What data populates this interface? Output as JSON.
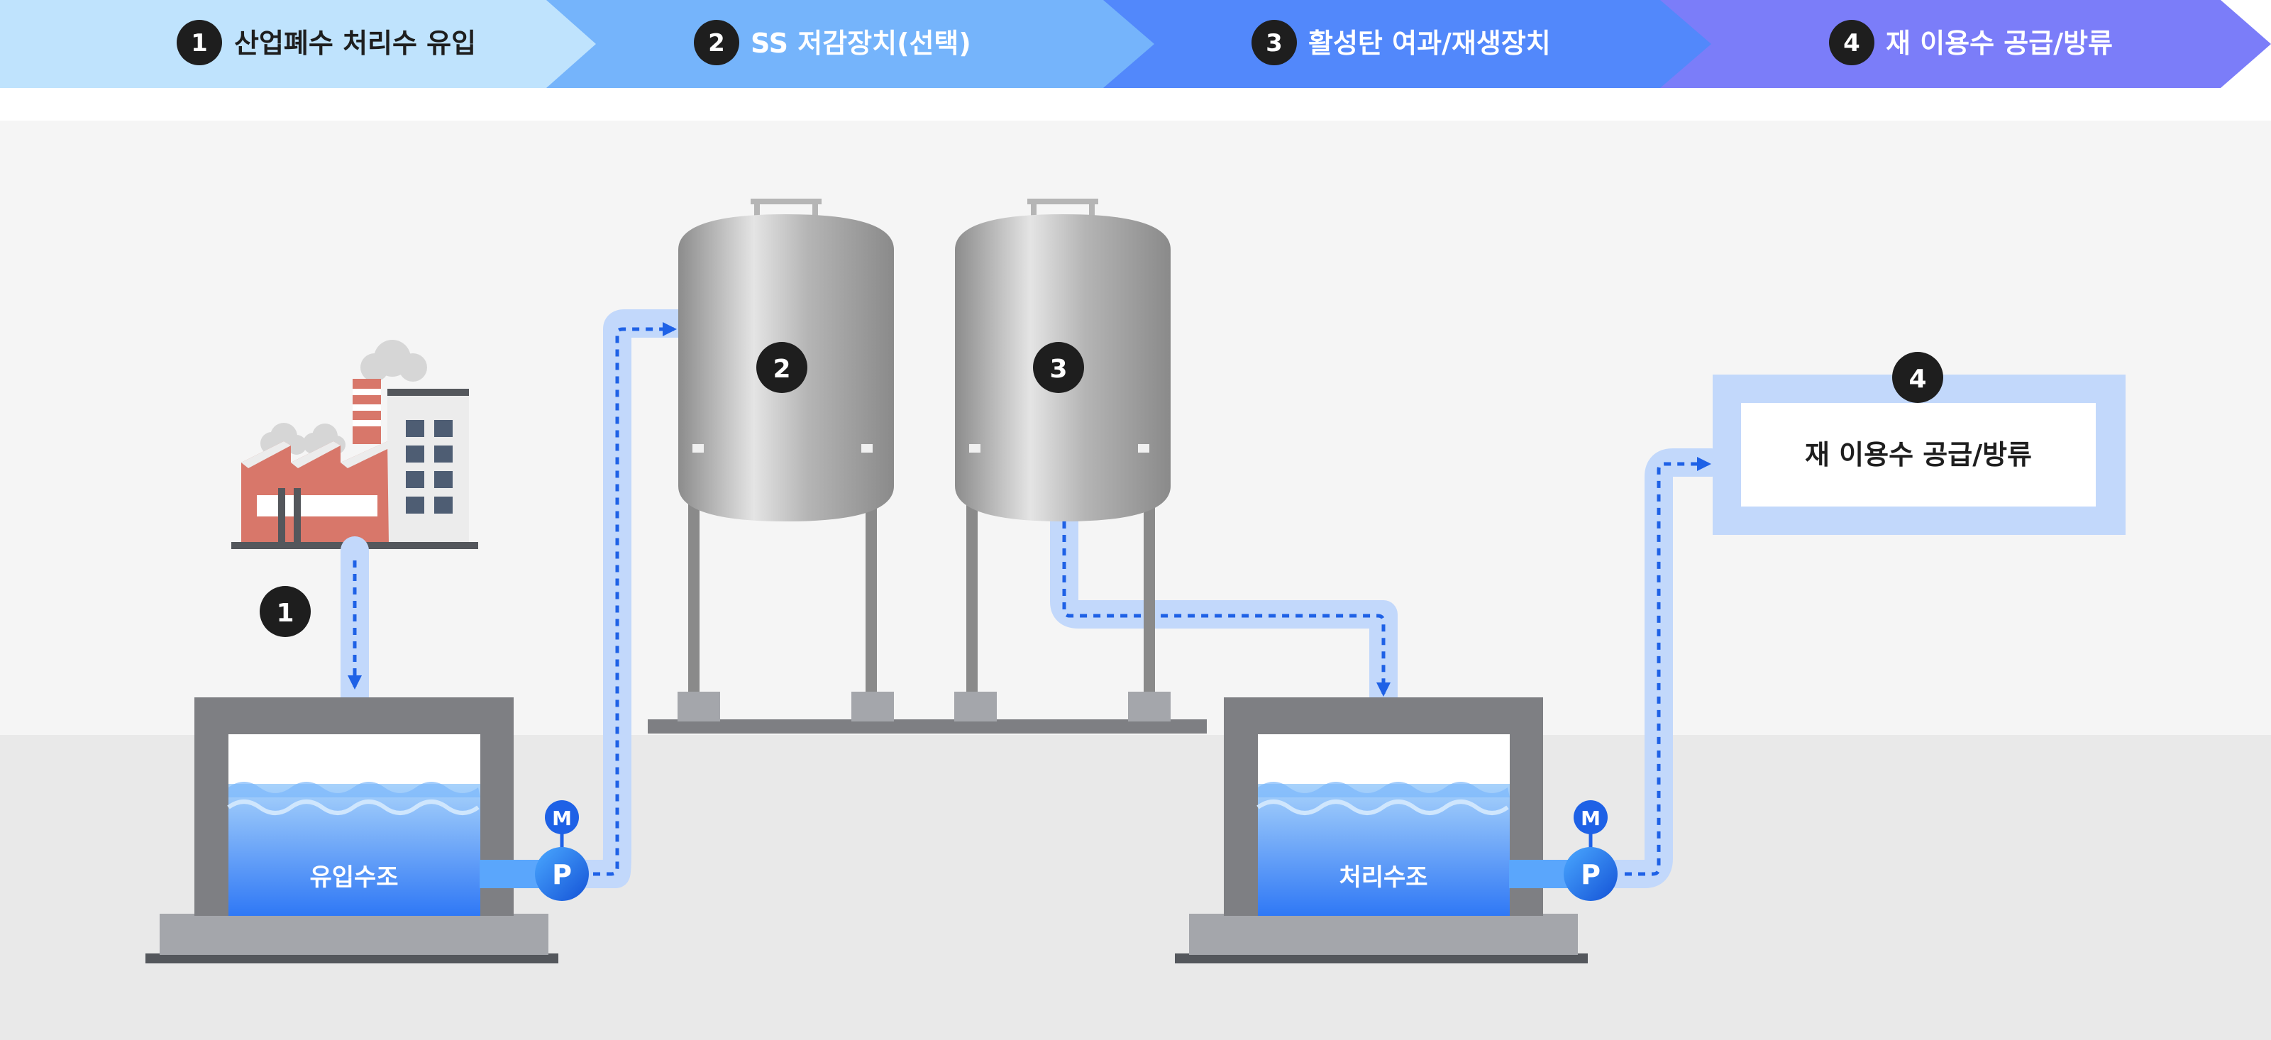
{
  "header_steps": [
    {
      "number": "1",
      "label": "산업폐수 처리수 유입",
      "color": "#bfe3fd"
    },
    {
      "number": "2",
      "label": "SS 저감장치(선택)",
      "color": "#75b4fb"
    },
    {
      "number": "3",
      "label": "활성탄 여과/재생장치",
      "color": "#5288fb"
    },
    {
      "number": "4",
      "label": "재 이용수 공급/방류",
      "color": "#7b7df9"
    }
  ],
  "diagram": {
    "badge_factory": "1",
    "badge_ss_tank": "2",
    "badge_carbon_tank": "3",
    "badge_output": "4",
    "inlet_tank_label": "유입수조",
    "treated_tank_label": "처리수조",
    "pump_label": "P",
    "motor_label": "M",
    "output_box_label": "재 이용수 공급/방류"
  },
  "colors": {
    "flow": "#1e61e6",
    "pipe": "#c2d8fb",
    "tank_frame": "#7e7f83",
    "badge": "#1e1e1e",
    "upper_bg": "#f5f5f5",
    "floor_bg": "#e9e9e9"
  }
}
